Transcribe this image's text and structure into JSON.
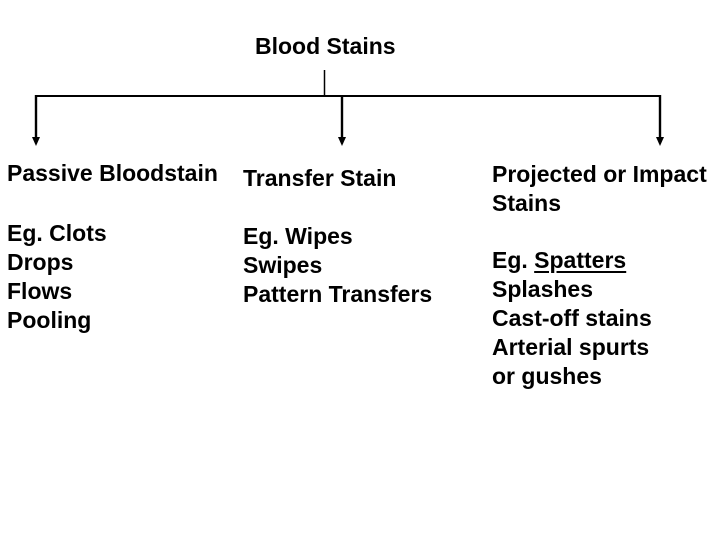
{
  "diagram": {
    "title": "Blood Stains",
    "columns": [
      {
        "heading": "Passive Bloodstain",
        "items": [
          "Eg. Clots",
          "Drops",
          "Flows",
          "Pooling"
        ]
      },
      {
        "heading": "Transfer Stain",
        "items": [
          "Eg. Wipes",
          "Swipes",
          "Pattern Transfers"
        ]
      },
      {
        "heading": "Projected or Impact Stains",
        "items": [
          {
            "prefix": "Eg. ",
            "underlined": "Spatters"
          },
          "Splashes",
          "Cast-off stains",
          "Arterial spurts",
          "or gushes"
        ]
      }
    ],
    "colors": {
      "text": "#000000",
      "lines": "#000000",
      "background": "#ffffff"
    }
  }
}
